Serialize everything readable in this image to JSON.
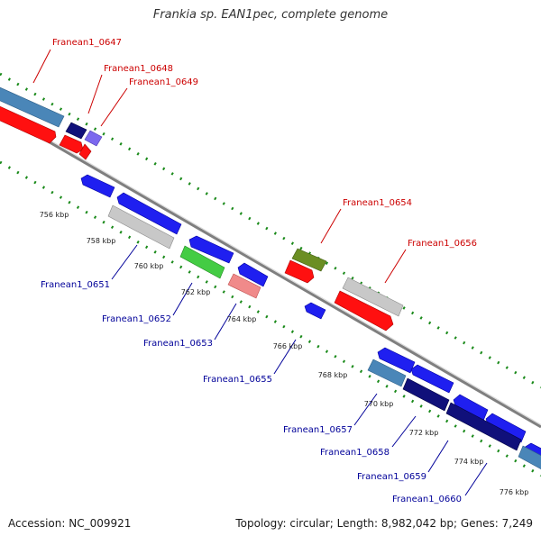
{
  "title": "Frankia sp. EAN1pec, complete genome",
  "footer": {
    "accession": "Accession: NC_009921",
    "topology": "Topology: circular; Length: 8,982,042 bp; Genes: 7,249"
  },
  "colors": {
    "blue": "#1f1ff0",
    "red": "#ff1010",
    "navy": "#10107a",
    "steel": "#4a86b8",
    "grey": "#c8c8c8",
    "green": "#44cc44",
    "olive": "#6b8e23",
    "pink": "#f08a8a",
    "violet": "#7b68ee",
    "tick_green": "#1a8a1a",
    "forward_label": "#cc0000",
    "reverse_label": "#000099"
  },
  "ticks": [
    "756 kbp",
    "758 kbp",
    "760 kbp",
    "762 kbp",
    "764 kbp",
    "766 kbp",
    "768 kbp",
    "770 kbp",
    "772 kbp",
    "774 kbp",
    "776 kbp"
  ],
  "labels": {
    "forward": [
      "Franean1_0647",
      "Franean1_0648",
      "Franean1_0649",
      "Franean1_0654",
      "Franean1_0656"
    ],
    "reverse": [
      "Franean1_0651",
      "Franean1_0652",
      "Franean1_0653",
      "Franean1_0655",
      "Franean1_0657",
      "Franean1_0658",
      "Franean1_0659",
      "Franean1_0660"
    ]
  }
}
